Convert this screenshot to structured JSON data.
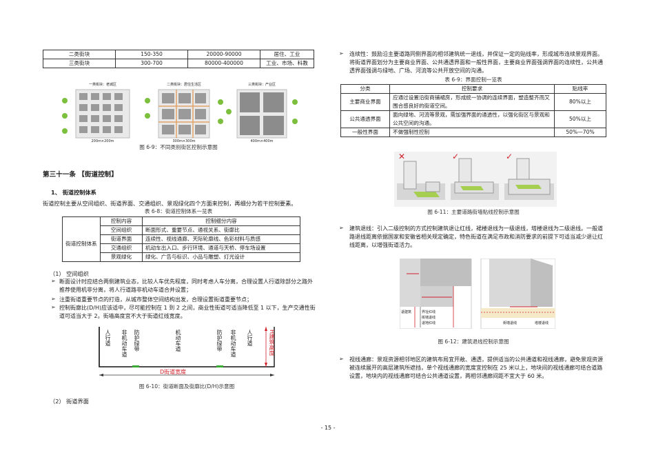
{
  "top_table": {
    "rows": [
      {
        "type": "二类街块",
        "size": "150-350",
        "area": "20000-90000",
        "use": "居住、工业"
      },
      {
        "type": "三类街块",
        "size": "300-700",
        "area": "80000-400000",
        "use": "工业、市场、科教"
      }
    ]
  },
  "fig69": {
    "panels": [
      {
        "title": "一类街块：老城区",
        "dim": "200m×200m"
      },
      {
        "title": "二类街块：居住生活区",
        "dim": "300m×300m"
      },
      {
        "title": "三类街块：产业区",
        "dim": "400m×400m"
      }
    ],
    "caption": "图 6-9：不同类别街区控制示意图"
  },
  "article_heading": "第三十一条 【街道控制】",
  "section1_heading": "1、 街道控制体系",
  "intro_text": "街道控制主要从空间组织、街道界面、交通组织、景观绿化四个方面来控制，再细分为若干控制要素。",
  "table68": {
    "caption": "表 6-8：街道控制体系一览表",
    "header": [
      "控制内容",
      "控制细分内容"
    ],
    "group": "街道控制体系",
    "rows": [
      [
        "空间组织",
        "断面形式、重要节点、通视关系、街廓比"
      ],
      [
        "街道界面",
        "连续性、视线通廊、天际轮廓线、色彩材料与质感"
      ],
      [
        "交通组织",
        "机动车出入口、步行环境、通道与天桥、停车场设置"
      ],
      [
        "景观绿化",
        "绿化、广告与标识、小品与雕塑、灯光设计"
      ]
    ]
  },
  "space_org_heading": "（1） 空间组织",
  "bullets_left": [
    "断面设计时应结合两侧建筑业态，比较人车优先程度，同时考虑人车分离，合理设置人行道除部分之路外推荐使用机非分离，将人行道路非机动车道合并设置；",
    "注重街道重要节点的打造，从城市整体空间结构出发，合理设置街道重要节点；",
    "控制街廓比(D/H)应该适中，尽可能控制在 1 到 2 之间，商业性街道可适当降低至 1 以下，生产交通性街道可适当大于 2。街墙高度宜不大于街道红线宽度。"
  ],
  "fig610": {
    "labels": [
      "人行道",
      "非机动车道",
      "防护绿带",
      "机动车道",
      "防护绿带",
      "非机动车道",
      "人行道"
    ],
    "width_label": "D街道宽度",
    "height_label": "H建筑高度",
    "caption": "图 6-10：街道断面及街廓比(D/H)示意图"
  },
  "street_iface_heading": "（2） 街道界面",
  "right_bullet1": "连续性：鼓励沿主要道路同侧界面的相邻建筑统一退线，并保证一定的贴线率，形成城市连续景观界面。将街道界面划分为主要商业界面、公共通透界面和一般性界面，主要商业界面强调界面的连续性，公共通透界面强调与绿地、广场、河流等公共开放空间的沟通。",
  "table69": {
    "caption": "表 6-9：界面控制一览表",
    "header": [
      "分类",
      "控制要求",
      "贴线率"
    ],
    "rows": [
      [
        "主要商业界面",
        "应通过设置沿街商铺裙房，形成统一协调的连续界面，塑造整齐而又围合感良好的街道空间。",
        "80%以上"
      ],
      [
        "公共通透界面",
        "面向绿地、河流等景观，需加强界面的通透性，以强化街区与景观和公共空间的沟通。",
        "50%以上"
      ],
      [
        "一般性界面",
        "不做强制性控制",
        "50%—70%"
      ]
    ]
  },
  "fig611": {
    "marks": [
      "✕",
      "✓",
      "✓"
    ],
    "caption": "图 6-11：主要道路街墙贴线控制示意图"
  },
  "right_bullet2": "建筑退线：引入二级控制的方式控制建筑退让红线，裙楼退线为一级退线，塔楼退线为二级退线。一般道路退线距离依据国家和安徽省相关规定确定，特色街道在满足市政和消防要求的前提下可适当减少退让红线距离，以增强街道活力。",
  "fig612": {
    "labels": [
      "退建筑",
      "界址红线",
      "街墙退线",
      "退地红线"
    ],
    "labels_b": [
      "街墙退线",
      "塔楼退线"
    ],
    "caption": "图 6-12：建筑退线控制示意图"
  },
  "right_bullet3": "视线通廊：景观资源相邻地区的建筑布局宜开敞、通透，提供适当的公共通道和视线通廊，避免景观资源被连续展开的高层建筑所遮挡，单个视线通廊的宽度宜控制在 25 米以上，地块间的视线通廊可结合道路设置，地块内的视线通廊可结合公共通道设置，两相邻通廊间距不宜大于 60 米。",
  "page_number": "- 15 -",
  "colors": {
    "green": "#8dc63f",
    "red": "#d0202a",
    "gray": "#7a7a7a"
  }
}
